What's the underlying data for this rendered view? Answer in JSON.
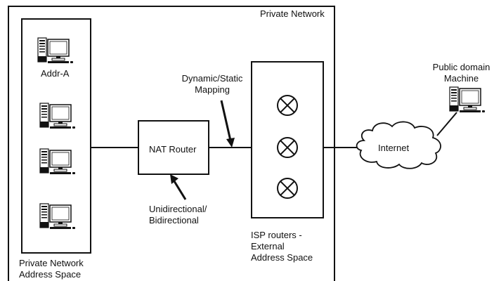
{
  "labels": {
    "private_network": "Private Network",
    "addr_a": "Addr-A",
    "mapping_line1": "Dynamic/Static",
    "mapping_line2": "Mapping",
    "nat_router": "NAT Router",
    "direction_line1": "Unidirectional/",
    "direction_line2": "Bidirectional",
    "private_space_line1": "Private Network",
    "private_space_line2": "Address Space",
    "isp_line1": "ISP routers -",
    "isp_line2": "External",
    "isp_line3": "Address Space",
    "internet": "Internet",
    "public_line1": "Public domain",
    "public_line2": "Machine"
  },
  "icons": {
    "computer": "computer-icon",
    "router": "router-icon",
    "cloud": "cloud-icon",
    "arrow": "arrow-icon"
  },
  "colors": {
    "stroke": "#111111",
    "background": "#ffffff"
  }
}
